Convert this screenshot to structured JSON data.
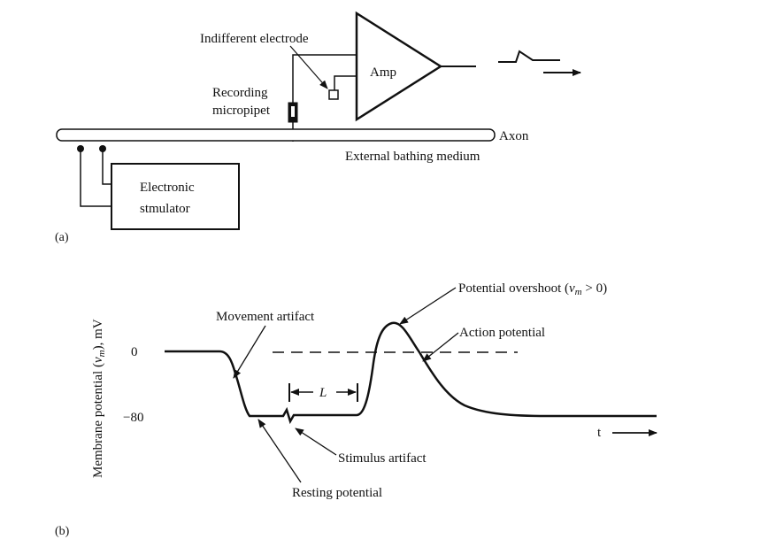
{
  "panel_a": {
    "panel_label": "(a)",
    "indifferent_electrode": "Indifferent electrode",
    "amp": "Amp",
    "recording_line1": "Recording",
    "recording_line2": "micropipet",
    "axon": "Axon",
    "bathing_medium": "External bathing medium",
    "stimulator_line1": "Electronic",
    "stimulator_line2": "stmulator"
  },
  "panel_b": {
    "panel_label": "(b)",
    "ylabel": "Membrane potential (v_m), mV",
    "ytick_0": "0",
    "ytick_neg80": "−80",
    "movement_artifact": "Movement artifact",
    "potential_overshoot": "Potential overshoot (v_m > 0)",
    "action_potential": "Action potential",
    "latency_symbol": "L",
    "time_symbol": "t",
    "stimulus_artifact": "Stimulus artifact",
    "resting_potential": "Resting potential"
  },
  "colors": {
    "ink": "#111111",
    "background": "#ffffff"
  }
}
